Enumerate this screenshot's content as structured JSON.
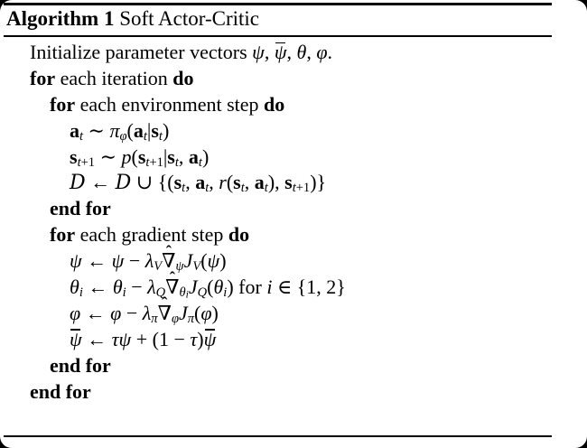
{
  "glyphs": {
    "hat": "ˆ"
  },
  "colors": {
    "text": "#000000",
    "page_background": "#ffffff",
    "outer_background": "#000000",
    "rule": "#000000"
  },
  "algorithm": {
    "header": "\\kw{Algorithm 1} Soft Actor-Critic",
    "lines": [
      {
        "indent": 1,
        "rich": "Initialize parameter vectors \\m{ψ}, \\m{\\bar{ψ}}, \\m{θ}, \\m{φ}."
      },
      {
        "indent": 1,
        "rich": "\\kw{for} each iteration \\kw{do}"
      },
      {
        "indent": 2,
        "rich": "\\kw{for} each environment step \\kw{do}"
      },
      {
        "indent": 3,
        "rich": "\\m{\\b{a}_{t} ∼ π_{φ}(\\b{a}_{t}|\\b{s}_{t})}"
      },
      {
        "indent": 3,
        "rich": "\\m{\\b{s}_{t+1} ∼ p(\\b{s}_{t+1}|\\b{s}_{t}, \\b{a}_{t})}"
      },
      {
        "indent": 3,
        "rich": "\\m{\\c{D} ← \\c{D} ∪ {(\\b{s}_{t}, \\b{a}_{t}, r(\\b{s}_{t}, \\b{a}_{t}), \\b{s}_{t+1})}}"
      },
      {
        "indent": 2,
        "rich": "\\kw{end for}"
      },
      {
        "indent": 2,
        "rich": "\\kw{for} each gradient step \\kw{do}"
      },
      {
        "indent": 3,
        "rich": "\\m{ψ ← ψ − λ_{V}\\hat{∇}_{ψ}J_{V}(ψ)}"
      },
      {
        "indent": 3,
        "rich": "\\m{θ_{i} ← θ_{i} − λ_{Q}\\hat{∇}_{θ_{i}}J_{Q}(θ_{i})\\r{ for }i ∈ {1, 2}}"
      },
      {
        "indent": 3,
        "rich": "\\m{φ ← φ − λ_{π}\\hat{∇}_{φ}J_{π}(φ)}"
      },
      {
        "indent": 3,
        "rich": "\\m{\\bar{ψ} ← τψ + (1 − τ)\\bar{ψ}}"
      },
      {
        "indent": 2,
        "rich": "\\kw{end for}"
      },
      {
        "indent": 1,
        "rich": "\\kw{end for}"
      }
    ]
  }
}
